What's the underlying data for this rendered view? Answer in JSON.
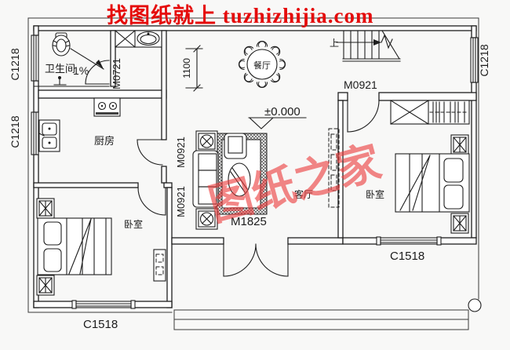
{
  "watermarks": {
    "top": "找图纸就上 tuzhizhijia.com",
    "center": "图纸之家",
    "top_color": "#e50b0b",
    "center_color": "rgba(236,62,62,0.62)"
  },
  "rooms": {
    "bathroom": {
      "label": "卫生间",
      "slope": "1%"
    },
    "kitchen": {
      "label": "厨房"
    },
    "dining": {
      "label": "餐厅"
    },
    "living": {
      "label": "客厅"
    },
    "bedroom_left": {
      "label": "卧室"
    },
    "bedroom_right": {
      "label": "卧室"
    }
  },
  "doors": {
    "bathroom": "M0721",
    "kitchen": "M0921",
    "bedroom_left": "M0921",
    "bedroom_right": "M0921",
    "entrance": "M1825"
  },
  "windows": {
    "bathroom": "C1218",
    "kitchen": "C1218",
    "stairhall": "C1218",
    "bedroom_left": "C1518",
    "bedroom_right": "C1518"
  },
  "annotations": {
    "level": "±0.000",
    "dim_1100": "1100",
    "stairs_up": "上"
  }
}
